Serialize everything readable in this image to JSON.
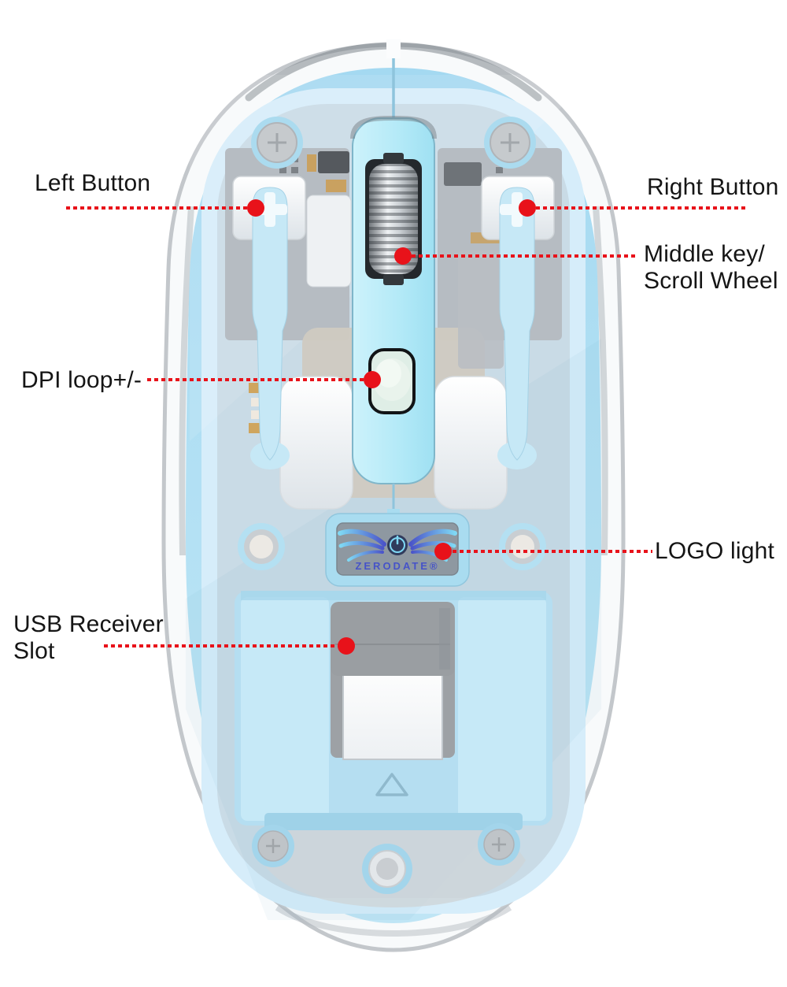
{
  "callouts": {
    "left_button": {
      "label": "Left Button"
    },
    "right_button": {
      "label": "Right Button"
    },
    "middle_key": {
      "line1": "Middle key/",
      "line2": "Scroll Wheel"
    },
    "dpi": {
      "label": "DPI loop+/-"
    },
    "logo_light": {
      "label": "LOGO light"
    },
    "usb_slot": {
      "line1": "USB Receiver",
      "line2": "Slot"
    }
  },
  "mouse": {
    "logo_text": "ZERODATE®"
  },
  "colors": {
    "accent_red": "#e8121a",
    "body_blue": "#a9dcf2",
    "strip_cyan": "#b5ecf7",
    "panel_gray": "#8e98a1"
  }
}
